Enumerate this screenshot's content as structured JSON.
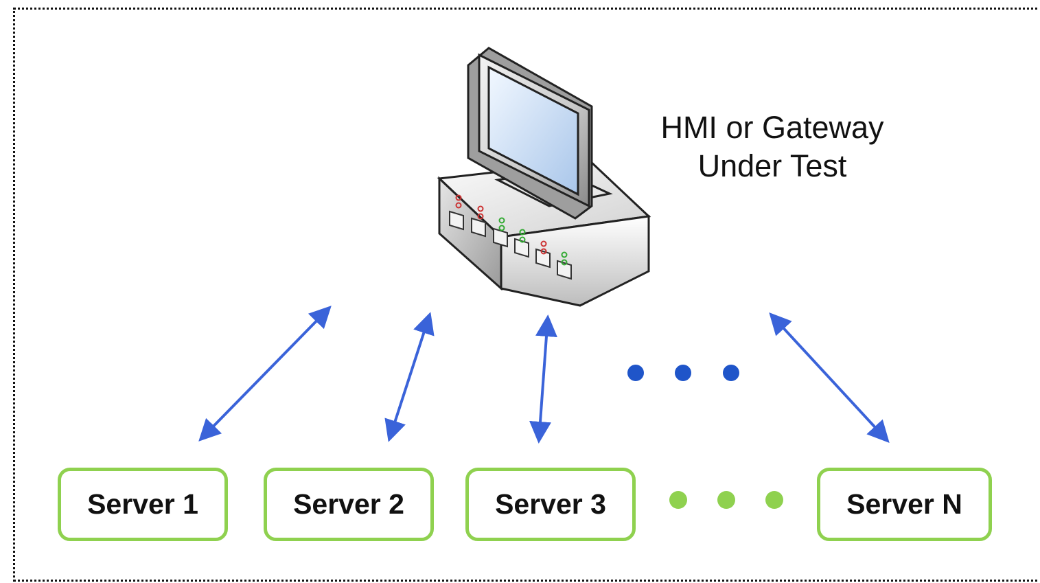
{
  "diagram": {
    "device": {
      "label_line1": "HMI or Gateway",
      "label_line2": "Under Test",
      "icon": "computer-switch-icon"
    },
    "servers": [
      {
        "label": "Server 1"
      },
      {
        "label": "Server 2"
      },
      {
        "label": "Server 3"
      },
      {
        "label": "Server N"
      }
    ],
    "colors": {
      "arrow": "#3a63d9",
      "server_border": "#8fd14f",
      "dots_blue": "#1f55c9",
      "dots_green": "#8fd14f"
    }
  }
}
